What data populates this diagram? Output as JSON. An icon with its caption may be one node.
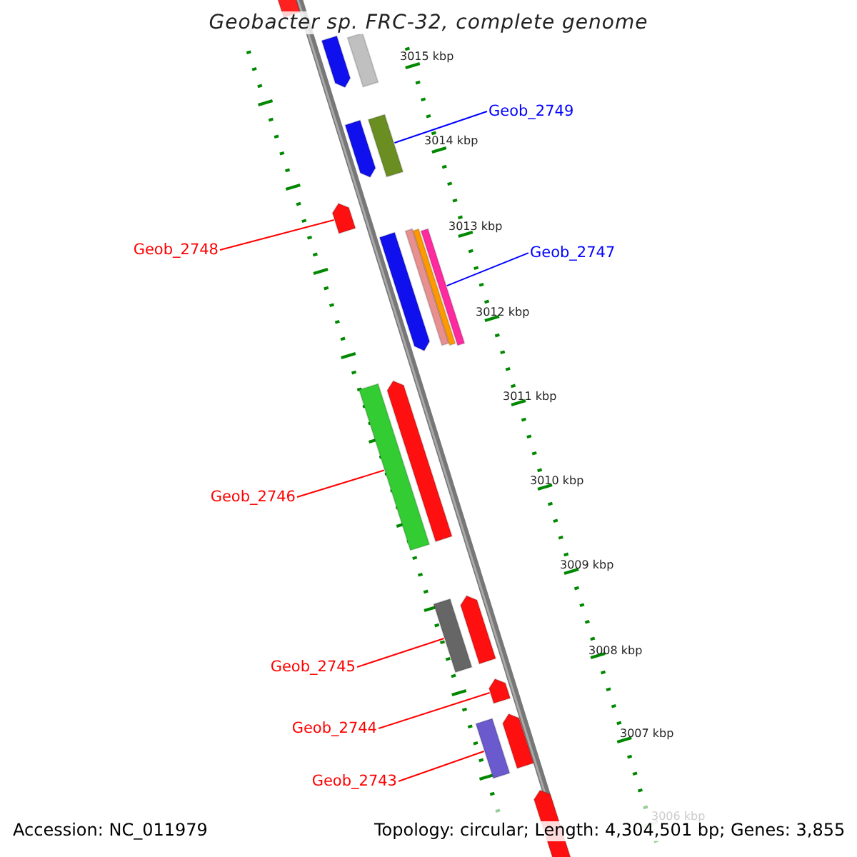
{
  "diagram": {
    "title": "Geobacter sp. FRC-32, complete genome",
    "nodes": [
      {
        "text": [
          "Geob_2749"
        ]
      },
      {
        "text": [],
        "shape": "bar"
      },
      {
        "text": [
          "Geob_2748"
        ]
      },
      {
        "text": [],
        "shape": "bar"
      },
      {
        "text": [
          "Geob_2747"
        ]
      },
      {
        "text": [],
        "shape": "bar"
      },
      {
        "text": [
          "Geob_2746"
        ]
      },
      {
        "text": [],
        "shape": "bar"
      },
      {
        "text": [
          "Geob_2745"
        ]
      },
      {
        "text": [],
        "shape": "bar"
      },
      {
        "text": [
          "Geob_2744"
        ]
      },
      {
        "text": [],
        "shape": "bar"
      },
      {
        "text": [
          "Geob_2743"
        ]
      },
      {
        "text": [],
        "shape": "bar"
      },
      {
        "text": [],
        "shape": "bar"
      },
      {
        "text": [],
        "shape": "bar"
      },
      {
        "text": [],
        "shape": "bar"
      },
      {
        "text": [],
        "shape": "bar"
      },
      {
        "text": [],
        "shape": "bar"
      },
      {
        "text": [],
        "shape": "bar"
      },
      {
        "text": [],
        "shape": "bar"
      },
      {
        "text": [],
        "shape": "bar"
      },
      {
        "text": [],
        "shape": "bar"
      },
      {
        "text": [],
        "shape": "bar"
      },
      {
        "text": [],
        "shape": "bar"
      }
    ],
    "edges": [
      {
        "from": 0,
        "to": 1,
        "arrow": "none",
        "color": "#0000ff"
      },
      {
        "from": 2,
        "to": 3,
        "arrow": "none"
      },
      {
        "from": 4,
        "to": 5,
        "arrow": "none",
        "color": "#0000ff"
      },
      {
        "from": 6,
        "to": 7,
        "arrow": "none"
      },
      {
        "from": 8,
        "to": 9,
        "arrow": "none"
      },
      {
        "from": 10,
        "to": 11,
        "arrow": "none"
      },
      {
        "from": 12,
        "to": 13,
        "arrow": "none"
      }
    ],
    "labels": [
      "3015 kbp",
      "3014 kbp",
      "3013 kbp",
      "3012 kbp",
      "3011 kbp",
      "3010 kbp",
      "3009 kbp",
      "3008 kbp",
      "3007 kbp",
      "3006 kbp",
      "Accession: NC_011979",
      "Topology: circular; Length: 4,304,501 bp; Genes: 3,855"
    ]
  }
}
